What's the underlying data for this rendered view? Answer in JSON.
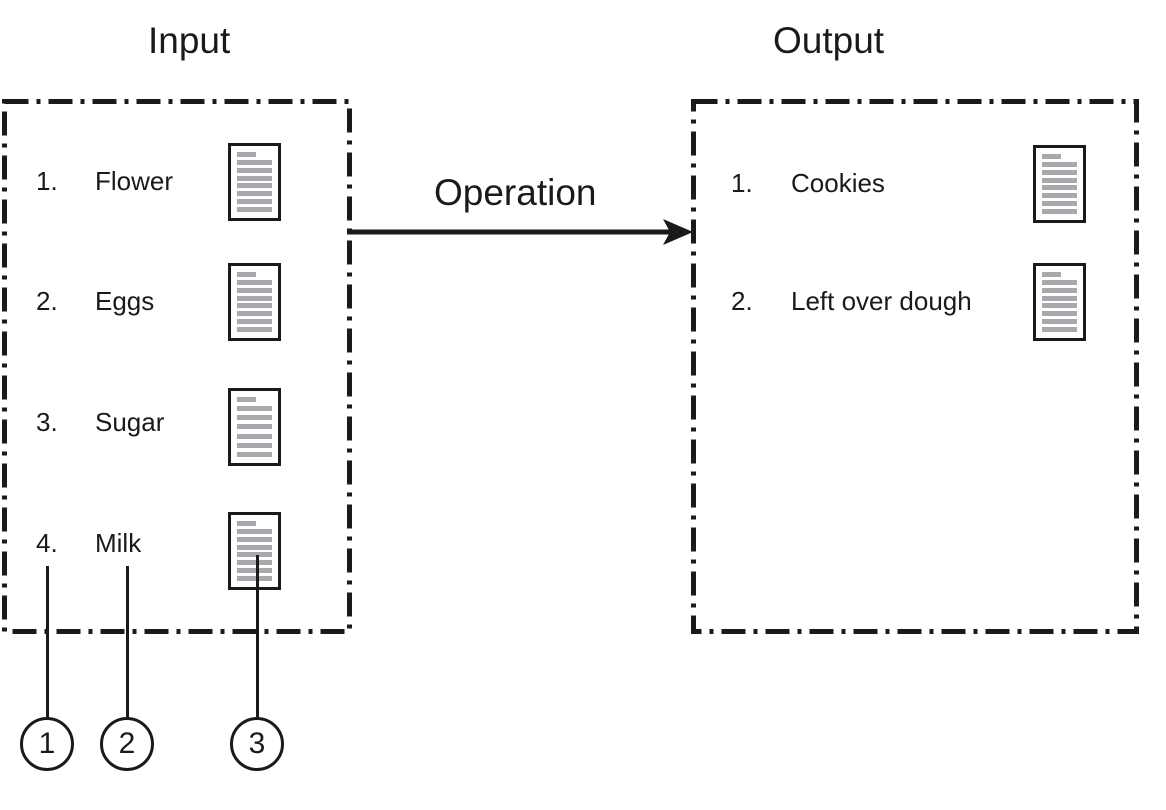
{
  "diagram": {
    "title_input": "Input",
    "title_output": "Output",
    "operation_label": "Operation",
    "arrow": "right-arrow"
  },
  "input_panel": {
    "heading": "Input",
    "items": [
      {
        "number": "1.",
        "label": "Flower",
        "icon": "document-icon"
      },
      {
        "number": "2.",
        "label": "Eggs",
        "icon": "document-icon"
      },
      {
        "number": "3.",
        "label": "Sugar",
        "icon": "document-icon"
      },
      {
        "number": "4.",
        "label": "Milk",
        "icon": "document-icon"
      }
    ]
  },
  "output_panel": {
    "heading": "Output",
    "items": [
      {
        "number": "1.",
        "label": "Cookies",
        "icon": "document-icon"
      },
      {
        "number": "2.",
        "label": "Left over dough",
        "icon": "document-icon"
      }
    ]
  },
  "callouts": [
    {
      "number": "1",
      "points_to": "item-number"
    },
    {
      "number": "2",
      "points_to": "item-label"
    },
    {
      "number": "3",
      "points_to": "item-document-icon"
    }
  ],
  "colors": {
    "stroke": "#1a1a1a",
    "doc_line": "#a9a9ad",
    "background": "#ffffff"
  }
}
